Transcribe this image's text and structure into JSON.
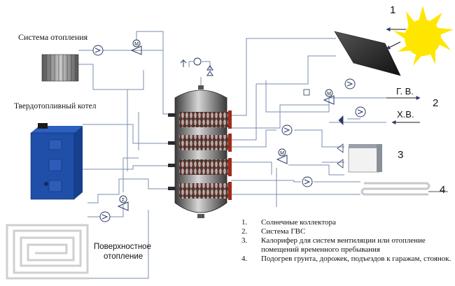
{
  "labels": {
    "heating_system": "Система отопления",
    "solid_fuel_boiler": "Твердотопливный котел",
    "floor_heating_line1": "Поверхностное",
    "floor_heating_line2": "отопление",
    "hot_water": "Г. В.",
    "cold_water": "Х.В.",
    "motor_valve": "М",
    "mixing_valve": "Σ"
  },
  "markers": [
    "1",
    "2",
    "3",
    "4"
  ],
  "legend": [
    {
      "num": "1.",
      "text": "Солнечные коллектора"
    },
    {
      "num": "2.",
      "text": "Система ГВС"
    },
    {
      "num": "3.",
      "text": "Калорифер для систем вентиляции или отопление помещений временного пребывания"
    },
    {
      "num": "4.",
      "text": "Подогрев грунта, дорожек, подъездов к гаражам, стоянок."
    }
  ],
  "colors": {
    "pipe": "#7a8db0",
    "sun": "#ffe600",
    "boiler": "#1f4fa8",
    "tank": "#4a4a4a",
    "coil": "#9a2a1a",
    "panel": "#222222"
  }
}
